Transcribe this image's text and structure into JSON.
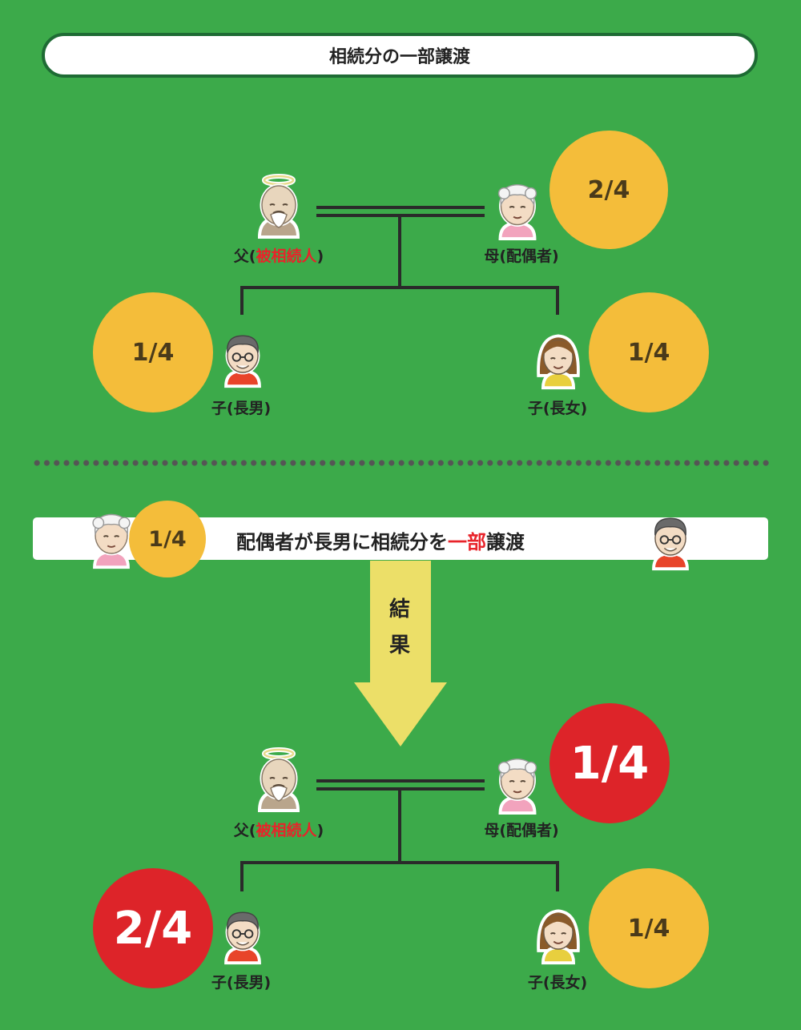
{
  "title": "相続分の一部譲渡",
  "labels": {
    "father_prefix": "父(",
    "father_highlight": "被相続人",
    "father_suffix": ")",
    "mother": "母(配偶者)",
    "son": "子(長男)",
    "daughter": "子(長女)"
  },
  "before": {
    "mother_share": "2/4",
    "son_share": "1/4",
    "daughter_share": "1/4"
  },
  "transfer": {
    "share": "1/4",
    "text_part1": "配偶者が長男に",
    "text_part2": "相続分を",
    "text_highlight": "一部",
    "text_part3": "譲渡"
  },
  "arrow": {
    "char1": "結",
    "char2": "果"
  },
  "after": {
    "mother_share": "1/4",
    "son_share": "2/4",
    "daughter_share": "1/4"
  },
  "colors": {
    "background": "#3caa4a",
    "yellow_circle": "#f4bd3a",
    "red_circle": "#dd2429",
    "highlight_text": "#e8232a",
    "arrow": "#ecdf68"
  }
}
